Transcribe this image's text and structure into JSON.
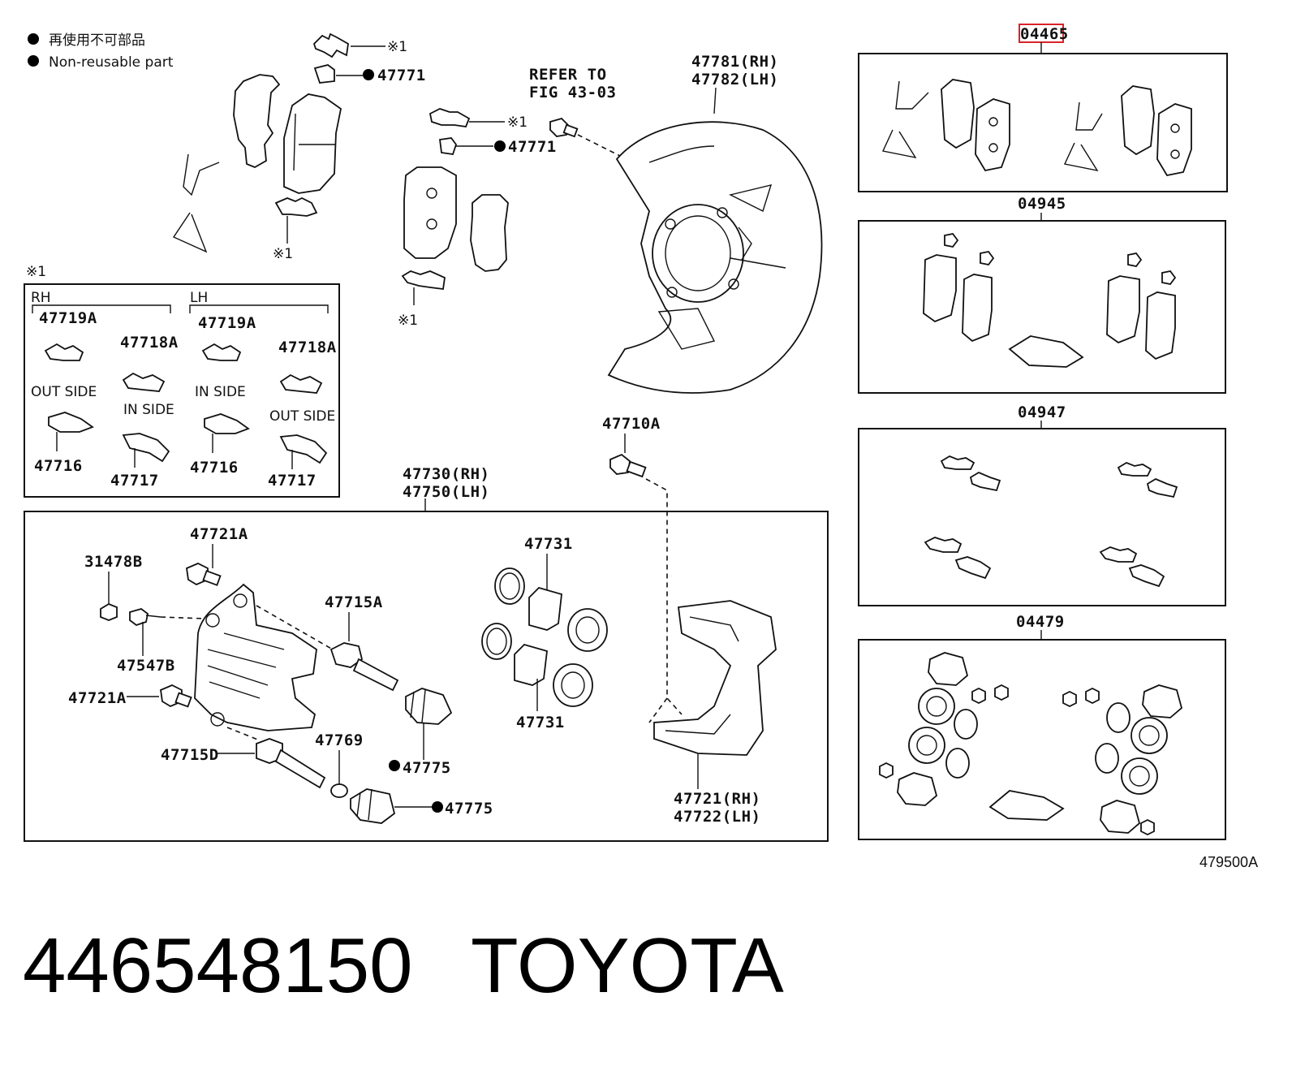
{
  "legend": {
    "line_jp": "再使用不可部品",
    "line_en": "Non-reusable part"
  },
  "refer": {
    "line1": "REFER TO",
    "line2": "FIG 43-03"
  },
  "mark_note": "※1",
  "subassembly": {
    "rh_label": "RH",
    "lh_label": "LH",
    "out_side": "OUT SIDE",
    "in_side": "IN SIDE"
  },
  "parts": {
    "p47771": "47771",
    "p47781_82_rh": "47781(RH)",
    "p47781_82_lh": "47782(LH)",
    "p47719A": "47719A",
    "p47718A": "47718A",
    "p47716": "47716",
    "p47717": "47717",
    "p47710A": "47710A",
    "p47730_rh": "47730(RH)",
    "p47750_lh": "47750(LH)",
    "p47721A": "47721A",
    "p31478B": "31478B",
    "p47547B": "47547B",
    "p47715A": "47715A",
    "p47715D": "47715D",
    "p47731": "47731",
    "p47769": "47769",
    "p47775": "47775",
    "p47721_rh": "47721(RH)",
    "p47722_lh": "47722(LH)"
  },
  "kits": [
    {
      "code": "04465",
      "highlighted": true
    },
    {
      "code": "04945",
      "highlighted": false
    },
    {
      "code": "04947",
      "highlighted": false
    },
    {
      "code": "04479",
      "highlighted": false
    }
  ],
  "figure_code": "479500A",
  "footer": {
    "part_number": "446548150",
    "brand": "TOYOTA"
  },
  "colors": {
    "ink": "#111111",
    "highlight": "#d9232a",
    "background": "#ffffff"
  }
}
